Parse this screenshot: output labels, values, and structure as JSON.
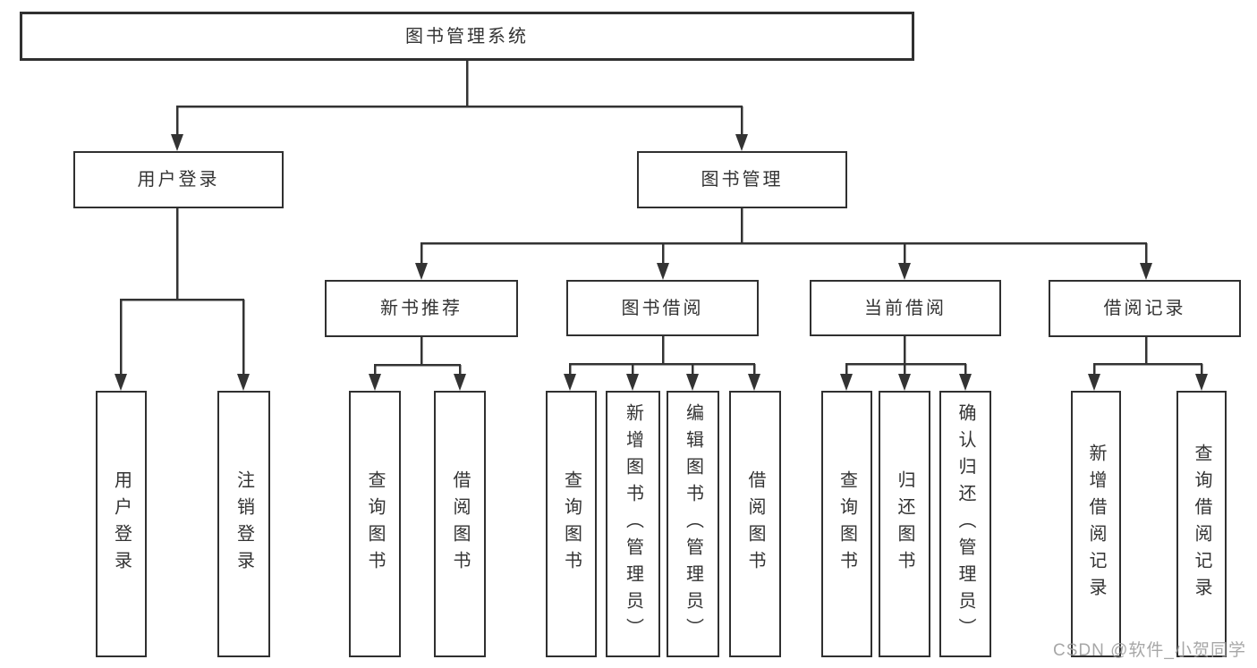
{
  "root": {
    "label": "图书管理系统"
  },
  "level2": [
    {
      "label": "用户登录"
    },
    {
      "label": "图书管理"
    }
  ],
  "level3": [
    {
      "label": "新书推荐"
    },
    {
      "label": "图书借阅"
    },
    {
      "label": "当前借阅"
    },
    {
      "label": "借阅记录"
    }
  ],
  "leaves": {
    "user_login": [
      {
        "label": "用户登录"
      },
      {
        "label": "注销登录"
      }
    ],
    "new_book_recommend": [
      {
        "label": "查询图书"
      },
      {
        "label": "借阅图书"
      }
    ],
    "book_borrowing": [
      {
        "label": "查询图书"
      },
      {
        "label": "新增图书（管理员）"
      },
      {
        "label": "编辑图书（管理员）"
      },
      {
        "label": "借阅图书"
      }
    ],
    "current_borrowing": [
      {
        "label": "查询图书"
      },
      {
        "label": "归还图书"
      },
      {
        "label": "确认归还（管理员）"
      }
    ],
    "borrowing_records": [
      {
        "label": "新增借阅记录"
      },
      {
        "label": "查询借阅记录"
      }
    ]
  },
  "watermark": {
    "text": "CSDN @软件_小贺同学"
  },
  "colors": {
    "line": "#333333",
    "text": "#333333",
    "watermark": "#9b9b9b",
    "background": "#ffffff"
  }
}
